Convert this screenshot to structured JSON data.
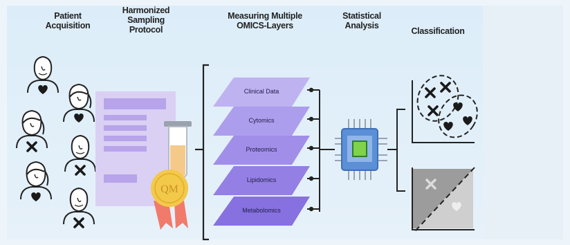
{
  "headers": {
    "patient_acquisition": [
      "Patient",
      "Acquisition"
    ],
    "harmonized_sampling": [
      "Harmonized",
      "Sampling",
      "Protocol"
    ],
    "measuring_omics": [
      "Measuring Multiple",
      "OMICS-Layers"
    ],
    "statistical_analysis": [
      "Statistical",
      "Analysis"
    ],
    "classification": [
      "Classification"
    ]
  },
  "omics_layers": [
    "Clinical Data",
    "Cytomics",
    "Proteomics",
    "Lipidomics",
    "Metabolomics"
  ],
  "qm_seal_text": "QM",
  "colors": {
    "layer_fill": "#a892e6",
    "layer_fill_dark": "#8a72de",
    "protocol_sheet": "#d9cdf2",
    "chip_blue": "#5b8fd6",
    "chip_green": "#7fd34a",
    "medal_gold": "#f3c94a",
    "ribbon_red": "#f27a6b"
  },
  "icons": {
    "patient": "person-bust-icon",
    "healthy": "heart-icon",
    "disease": "cross-icon",
    "tube": "test-tube-icon",
    "seal": "qm-seal-icon",
    "chip": "processor-chip-icon"
  }
}
